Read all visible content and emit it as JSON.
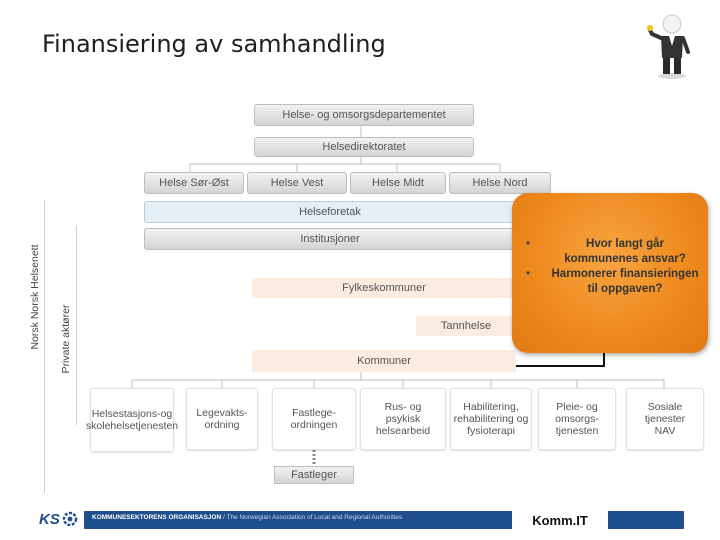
{
  "title": "Finansiering av samhandling",
  "nodes": {
    "hod": "Helse- og omsorgsdepartementet",
    "helsedir": "Helsedirektoratet",
    "regions": [
      "Helse Sør-Øst",
      "Helse Vest",
      "Helse Midt",
      "Helse Nord"
    ],
    "helseforetak": "Helseforetak",
    "institusjoner": "Institusjoner",
    "fylkeskommuner": "Fylkeskommuner",
    "tannhelse": "Tannhelse",
    "kommuner": "Kommuner",
    "services": [
      "Helsestasjons-og skolehelsetjenesten",
      "Legevakts-ordning",
      "Fastlege-ordningen",
      "Rus- og psykisk helsearbeid",
      "Habilitering, rehabilitering og fysioterapi",
      "Pleie- og omsorgs-tjenesten",
      "Sosiale tjenester NAV"
    ],
    "fastleger": "Fastleger"
  },
  "side_labels": {
    "outer": "Norsk Norsk Helsenett",
    "inner": "Private aktører"
  },
  "callout": {
    "questions": [
      "Hvor langt går kommunenes ansvar?",
      "Harmonerer finansieringen til oppgaven?"
    ]
  },
  "footer": {
    "org_name": "KOMMUNESEKTORENS ORGANISASJON",
    "org_english": "/ The Norwegian Association of Local and Regional Authorities",
    "brand": "Komm.IT",
    "logo": "KS"
  },
  "colors": {
    "callout": "#f08c1f",
    "footer_bg": "#1f4e8c",
    "blue_box": "#e3eef6",
    "peach_box": "#fbece2"
  },
  "icons": {
    "figure": "businessman-figure-icon",
    "logo": "ks-logo-icon"
  }
}
